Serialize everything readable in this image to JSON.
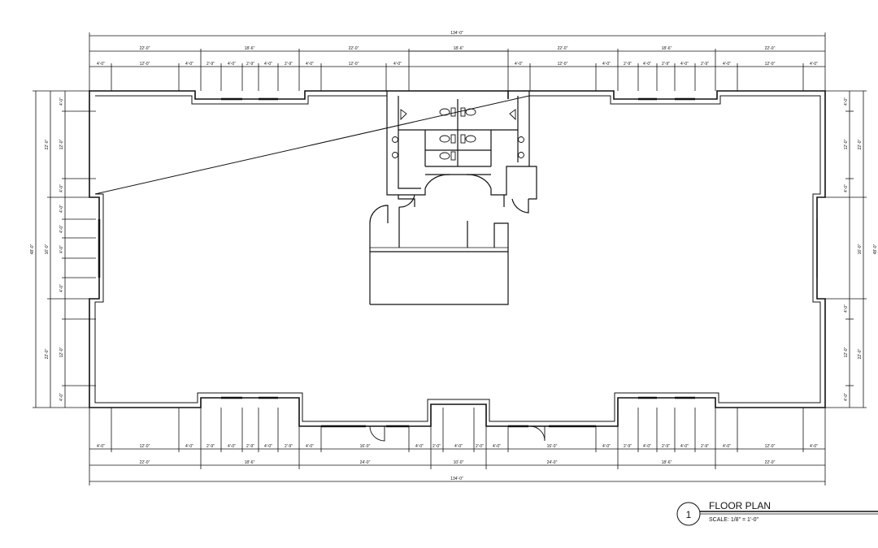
{
  "drawing": {
    "overall_width": "134'-0\"",
    "overall_depth": "48'-0\"",
    "top_segments": [
      "22'-0\"",
      "18'-6\"",
      "22'-0\"",
      "18'-6\"",
      "22'-0\"",
      "18'-6\"",
      "22'-0\""
    ],
    "top_details": [
      "4'-0\"",
      "12'-0\"",
      "4'-0\"",
      "2'-9\"",
      "4'-0\"",
      "2'-9\"",
      "4'-0\"",
      "2'-9\"",
      "4'-0\"",
      "12'-0\"",
      "4'-0\""
    ],
    "bottom_segments": [
      "22'-0\"",
      "18'-6\"",
      "24'-0\"",
      "10'-0\"",
      "24'-0\"",
      "18'-6\"",
      "22'-0\""
    ],
    "bottom_details": [
      "4'-0\"",
      "12'-0\"",
      "4'-0\"",
      "2'-9\"",
      "4'-0\"",
      "2'-9\"",
      "4'-0\"",
      "2'-9\"",
      "4'-0\"",
      "16'-0\"",
      "4'-0\"",
      "2'-0\"",
      "4'-0\"",
      "2'-0\"",
      "4'-0\"",
      "16'-0\"",
      "4'-0\"",
      "2'-9\"",
      "4'-0\"",
      "2'-9\"",
      "4'-0\"",
      "2'-9\"",
      "4'-0\"",
      "12'-0\"",
      "4'-0\""
    ],
    "left_segments": [
      "22'-0\"",
      "16'-0\"",
      "22'-0\""
    ],
    "left_details": [
      "4'-0\"",
      "12'-0\"",
      "4'-0\"",
      "4'-0\"",
      "4'-0\"",
      "4'-0\"",
      "4'-0\"",
      "12'-0\"",
      "4'-0\""
    ],
    "right_segments": [
      "22'-0\"",
      "16'-0\"",
      "22'-0\""
    ],
    "right_details": [
      "4'-0\"",
      "12'-0\"",
      "4'-0\"",
      "4'-0\"",
      "12'-0\"",
      "4'-0\""
    ]
  },
  "title_block": {
    "number": "1",
    "title": "FLOOR PLAN",
    "scale": "SCALE: 1/8\" = 1'-0\""
  }
}
